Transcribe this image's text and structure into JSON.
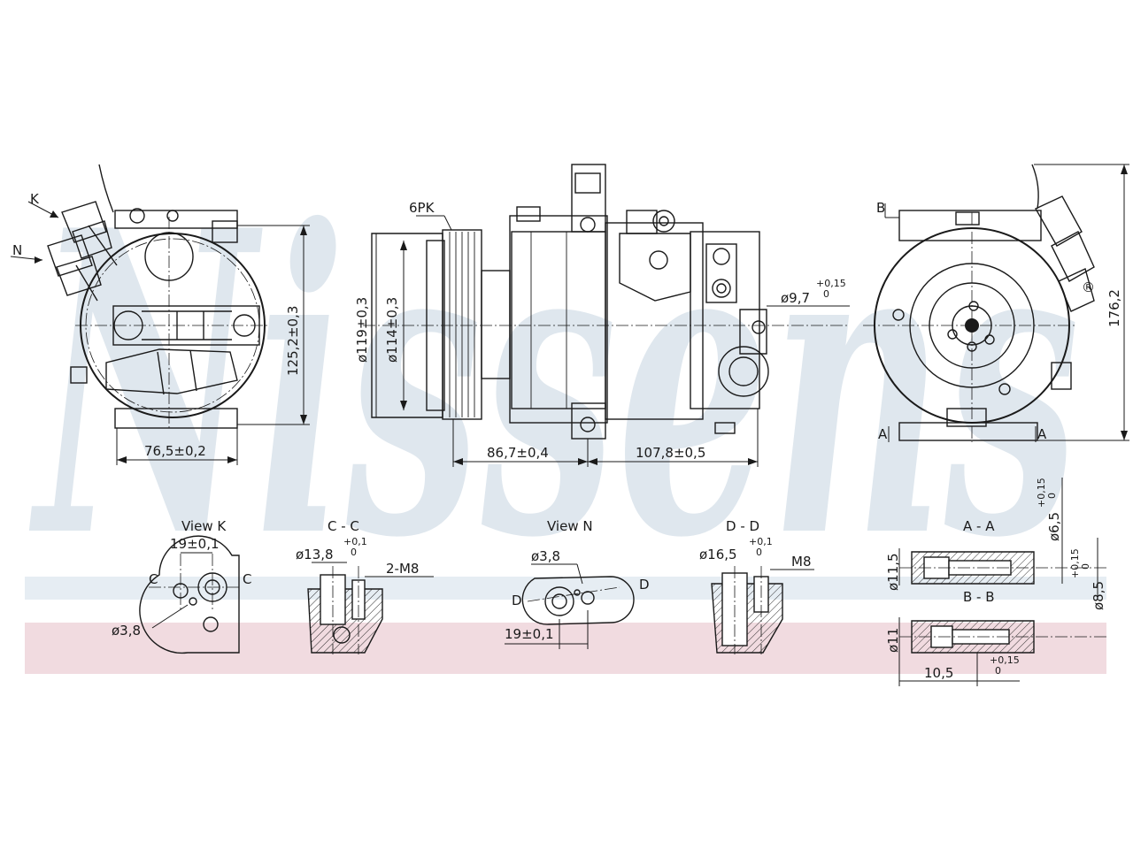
{
  "watermark": {
    "text": "Nissens",
    "registered": "®",
    "band_top_color": "#e6edf3",
    "band_bottom_color": "#f1dbe0",
    "text_color": "#dfe7ee"
  },
  "labels": {
    "k": "K",
    "n": "N",
    "b": "B",
    "a": "A",
    "pulley": "6PK"
  },
  "dimensions": {
    "d_height_left": "125,2±0,3",
    "d_width_left": "76,5±0,2",
    "d_pulley_outer": "ø119±0,3",
    "d_pulley_inner": "ø114±0,3",
    "d_body_1": "86,7±0,4",
    "d_body_2": "107,8±0,5",
    "d_mount_hole": "ø9,7",
    "d_mount_tol_up": "+0,15",
    "d_mount_tol_dn": "0",
    "d_height_right": "176,2"
  },
  "views": {
    "view_k": {
      "title": "View K",
      "dim": "19±0,1",
      "hole": "ø3,8",
      "c1": "C",
      "c2": "C"
    },
    "cc": {
      "title": "C - C",
      "dim": "ø13,8",
      "tol_up": "+0,1",
      "tol_dn": "0",
      "thread": "2-M8"
    },
    "view_n": {
      "title": "View N",
      "hole": "ø3,8",
      "dim": "19±0,1",
      "d1": "D",
      "d2": "D"
    },
    "dd": {
      "title": "D - D",
      "dim": "ø16,5",
      "tol_up": "+0,1",
      "tol_dn": "0",
      "thread": "M8"
    },
    "aa": {
      "title": "A - A",
      "dim": "ø11,5",
      "tol_up": "+0,15",
      "tol_dn": "0",
      "dim2": "ø8,5",
      "top_dim": "ø6,5",
      "top_tol_up": "+0,15",
      "top_tol_dn": "0"
    },
    "bb": {
      "title": "B - B",
      "dim": "ø11",
      "len": "10,5",
      "tol_up": "+0,15",
      "tol_dn": "0"
    }
  }
}
